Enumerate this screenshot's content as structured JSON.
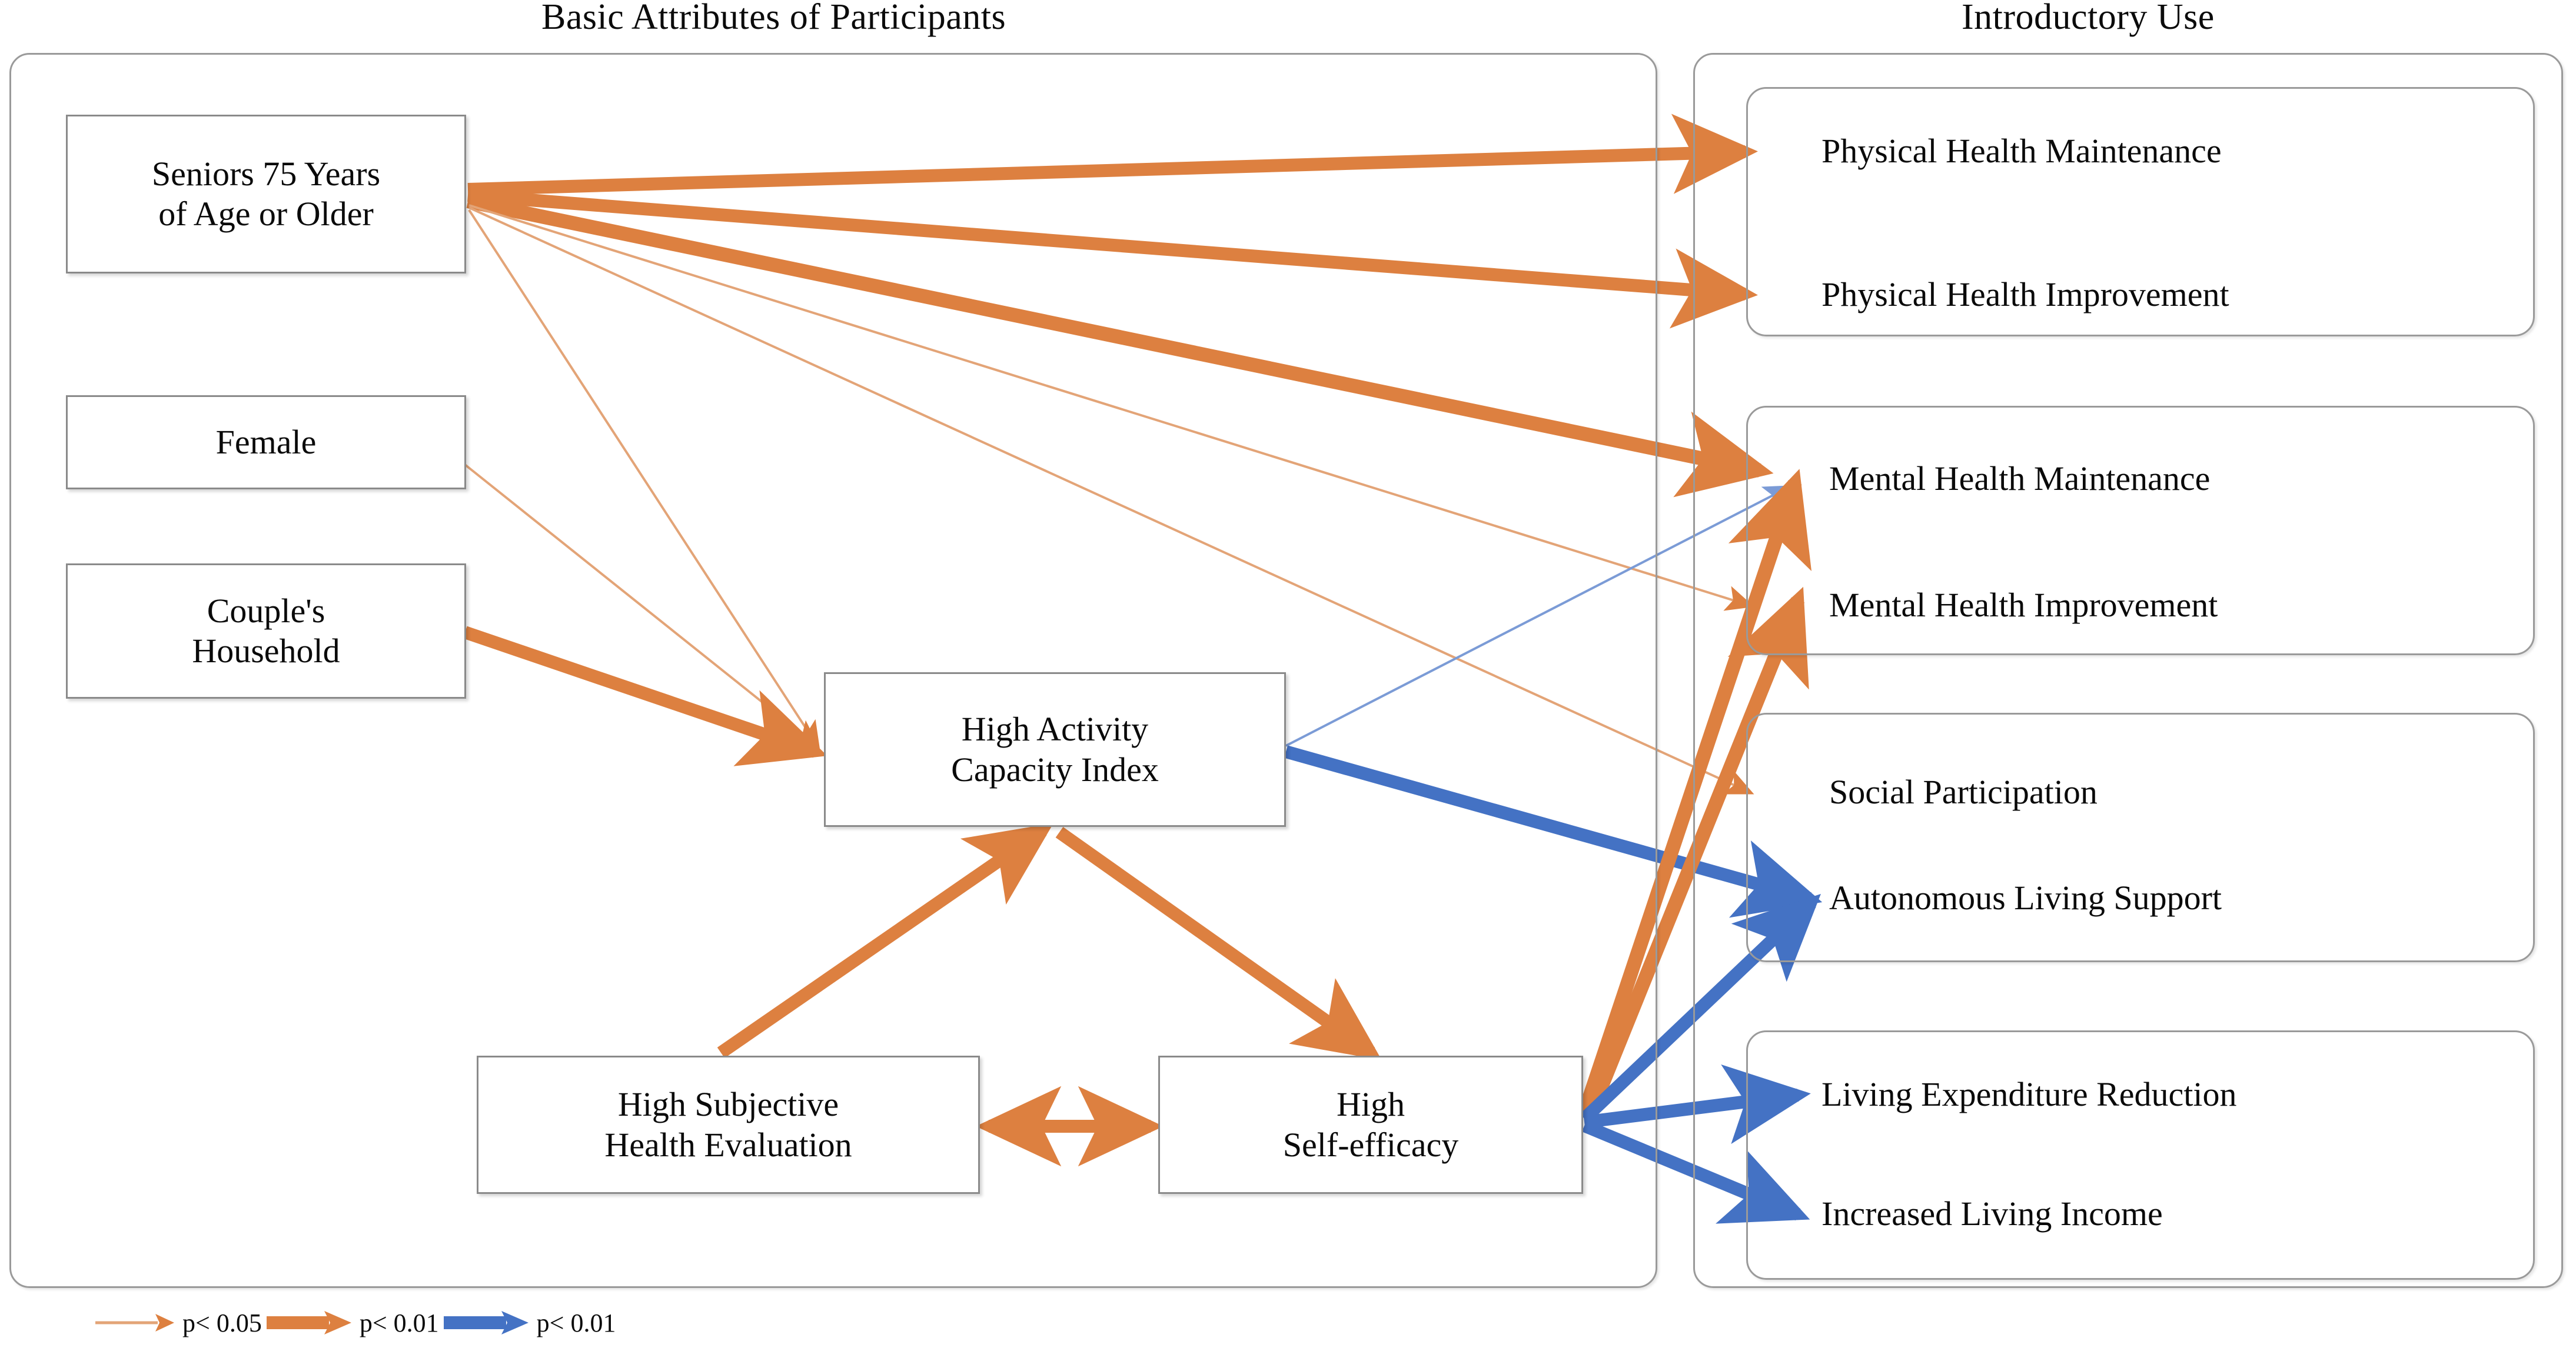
{
  "panels": {
    "left": {
      "title": "Basic Attributes of Participants"
    },
    "right": {
      "title": "Introductory Use"
    }
  },
  "colors": {
    "orange": "#DD8040",
    "orange_thin": "#E3A477",
    "blue": "#4472C4",
    "blue_thin": "#7B9BD6",
    "box_border": "#8A8A8A",
    "group_border": "#9A9A9A",
    "text": "#0A0A0A"
  },
  "attribute_nodes": [
    {
      "id": "seniors",
      "label": "Seniors 75 Years\nof Age or Older"
    },
    {
      "id": "female",
      "label": "Female"
    },
    {
      "id": "couple",
      "label": "Couple's\nHousehold"
    },
    {
      "id": "haci",
      "label": "High Activity\nCapacity Index"
    },
    {
      "id": "hshe",
      "label": "High Subjective\nHealth Evaluation"
    },
    {
      "id": "hse",
      "label": "High\nSelf-efficacy"
    }
  ],
  "outcome_groups": [
    {
      "id": "physical",
      "items": [
        {
          "id": "phm",
          "label": "Physical Health Maintenance"
        },
        {
          "id": "phi",
          "label": "Physical Health Improvement"
        }
      ]
    },
    {
      "id": "mental",
      "items": [
        {
          "id": "mhm",
          "label": "Mental Health Maintenance"
        },
        {
          "id": "mhi",
          "label": "Mental Health Improvement"
        }
      ]
    },
    {
      "id": "social",
      "items": [
        {
          "id": "sp",
          "label": "Social Participation"
        },
        {
          "id": "als",
          "label": "Autonomous Living Support"
        }
      ]
    },
    {
      "id": "economic",
      "items": [
        {
          "id": "ler",
          "label": "Living Expenditure Reduction"
        },
        {
          "id": "ili",
          "label": "Increased Living Income"
        }
      ]
    }
  ],
  "legend": {
    "items": [
      {
        "id": "p05-orange",
        "style": "orange-thin",
        "label": "p< 0.05"
      },
      {
        "id": "p01-orange",
        "style": "orange-thick",
        "label": "p< 0.01"
      },
      {
        "id": "p01-blue",
        "style": "blue-thick",
        "label": "p< 0.01"
      }
    ]
  },
  "edges": [
    {
      "from": "seniors",
      "to": "phm",
      "style": "orange-thick",
      "significance": "p< 0.01"
    },
    {
      "from": "seniors",
      "to": "phi",
      "style": "orange-thick",
      "significance": "p< 0.01"
    },
    {
      "from": "seniors",
      "to": "mhm",
      "style": "orange-thick",
      "significance": "p< 0.01"
    },
    {
      "from": "seniors",
      "to": "mhi",
      "style": "orange-thin",
      "significance": "p< 0.05"
    },
    {
      "from": "seniors",
      "to": "sp",
      "style": "orange-thin",
      "significance": "p< 0.05"
    },
    {
      "from": "seniors",
      "to": "haci",
      "style": "orange-thin",
      "significance": "p< 0.05"
    },
    {
      "from": "female",
      "to": "haci",
      "style": "orange-thin",
      "significance": "p< 0.05"
    },
    {
      "from": "couple",
      "to": "haci",
      "style": "orange-thick",
      "significance": "p< 0.01"
    },
    {
      "from": "hshe",
      "to": "haci",
      "style": "orange-thick",
      "significance": "p< 0.01"
    },
    {
      "from": "haci",
      "to": "hse",
      "style": "orange-thick",
      "significance": "p< 0.01"
    },
    {
      "from": "hshe",
      "to": "hse",
      "style": "orange-thick",
      "significance": "p< 0.01",
      "bidirectional": true
    },
    {
      "from": "haci",
      "to": "als",
      "style": "blue-thick",
      "significance": "p< 0.01"
    },
    {
      "from": "haci",
      "to": "mhm",
      "style": "blue-thin",
      "significance": "p< 0.01"
    },
    {
      "from": "hse",
      "to": "mhm",
      "style": "orange-thick",
      "significance": "p< 0.01"
    },
    {
      "from": "hse",
      "to": "mhi",
      "style": "orange-thick",
      "significance": "p< 0.01"
    },
    {
      "from": "hse",
      "to": "als",
      "style": "blue-thick",
      "significance": "p< 0.01"
    },
    {
      "from": "hse",
      "to": "ler",
      "style": "blue-thick",
      "significance": "p< 0.01"
    },
    {
      "from": "hse",
      "to": "ili",
      "style": "blue-thick",
      "significance": "p< 0.01"
    }
  ]
}
